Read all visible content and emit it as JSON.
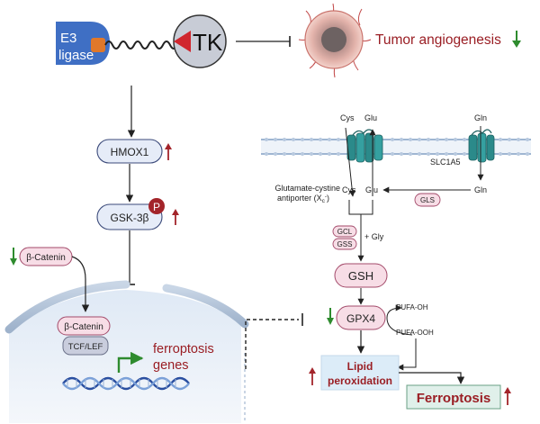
{
  "protac": {
    "e3_line1": "E3",
    "e3_line2": "ligase",
    "tk": "TK"
  },
  "tumor": {
    "label": "Tumor angiogenesis"
  },
  "left_pathway": {
    "hmox1": "HMOX1",
    "gsk3b": "GSK-3β",
    "phospho": "P",
    "beta_catenin_cyto": "β-Catenin",
    "beta_catenin_nuc": "β-Catenin",
    "tcf_lef": "TCF/LEF",
    "ferroptosis_genes_line1": "ferroptosis",
    "ferroptosis_genes_line2": "genes"
  },
  "membrane": {
    "cys_top": "Cys",
    "glu_top": "Glu",
    "gln_top": "Gln",
    "antiporter_line1": "Glutamate-cystine",
    "antiporter_line2": "antiporter (X",
    "antiporter_sub": "c",
    "antiporter_sup": "-",
    "antiporter_end": ")",
    "slc1a5": "SLC1A5",
    "cys_bottom": "Cys",
    "glu_bottom": "Glu",
    "gln_bottom": "Gln",
    "gls": "GLS"
  },
  "gsh_pathway": {
    "gcl": "GCL",
    "gss": "GSS",
    "gly": "+ Gly",
    "gsh": "GSH",
    "gpx4": "GPX4",
    "pufa_oh": "PUFA-OH",
    "pufa_ooh": "PUFA-OOH",
    "lipid_line1": "Lipid",
    "lipid_line2": "peroxidation",
    "ferroptosis": "Ferroptosis"
  },
  "colors": {
    "up_arrow": "#a3242a",
    "down_arrow": "#3b8a2a",
    "node_fill": "#e6ecf8",
    "node_stroke": "#3b4a7a",
    "pink_fill": "#f7dde6",
    "pink_stroke": "#a34a6a",
    "teal": "#2b8a8a",
    "dark_red_text": "#9a1e24"
  }
}
